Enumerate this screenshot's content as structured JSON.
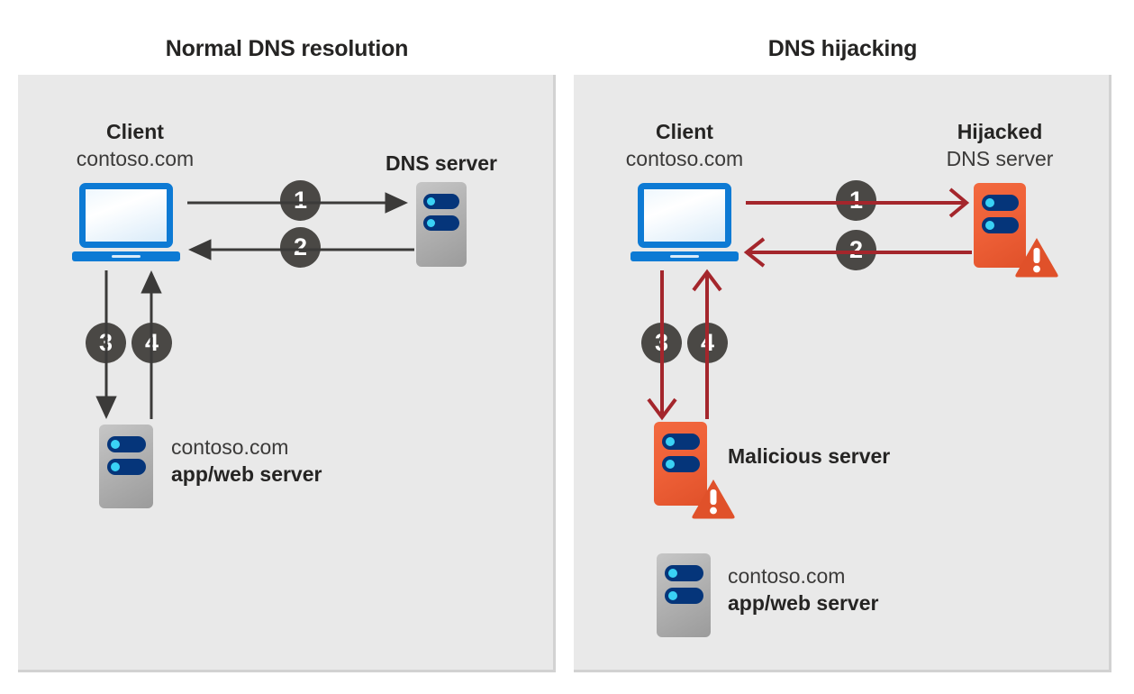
{
  "diagram": {
    "title_left": "Normal DNS resolution",
    "title_right": "DNS hijacking",
    "colors": {
      "panel_background": "#e9e9e9",
      "page_background": "#ffffff",
      "arrow_normal": "#3b3a39",
      "arrow_attack": "#a4262c",
      "step_badge": "#4a4845",
      "laptop_blue": "#0d7ad4",
      "server_gray": "#b2b2b2",
      "server_orange": "#ef6138",
      "server_pill": "#05357a",
      "server_dot": "#3ad2f5",
      "warning_triangle": "#e0512a",
      "title_text": "#252423"
    }
  },
  "left_panel": {
    "client": {
      "name": "Client",
      "domain": "contoso.com",
      "icon": "laptop-icon"
    },
    "dns_server": {
      "name": "DNS server",
      "icon": "server-icon"
    },
    "app_server": {
      "domain": "contoso.com",
      "role": "app/web server",
      "icon": "server-icon"
    },
    "steps": [
      {
        "number": "1",
        "from": "client",
        "to": "dns-server",
        "direction": "right"
      },
      {
        "number": "2",
        "from": "dns-server",
        "to": "client",
        "direction": "left"
      },
      {
        "number": "3",
        "from": "client",
        "to": "app-server",
        "direction": "down"
      },
      {
        "number": "4",
        "from": "app-server",
        "to": "client",
        "direction": "up"
      }
    ]
  },
  "right_panel": {
    "client": {
      "name": "Client",
      "domain": "contoso.com",
      "icon": "laptop-icon"
    },
    "hijacked_dns_server": {
      "name": "Hijacked",
      "subtitle": "DNS server",
      "icon": "server-icon",
      "badge": "warning-triangle-icon"
    },
    "malicious_server": {
      "name": "Malicious server",
      "icon": "server-icon",
      "badge": "warning-triangle-icon"
    },
    "app_server": {
      "domain": "contoso.com",
      "role": "app/web server",
      "icon": "server-icon"
    },
    "steps": [
      {
        "number": "1",
        "from": "client",
        "to": "hijacked-dns-server",
        "direction": "right"
      },
      {
        "number": "2",
        "from": "hijacked-dns-server",
        "to": "client",
        "direction": "left"
      },
      {
        "number": "3",
        "from": "client",
        "to": "malicious-server",
        "direction": "down"
      },
      {
        "number": "4",
        "from": "malicious-server",
        "to": "client",
        "direction": "up"
      }
    ]
  }
}
